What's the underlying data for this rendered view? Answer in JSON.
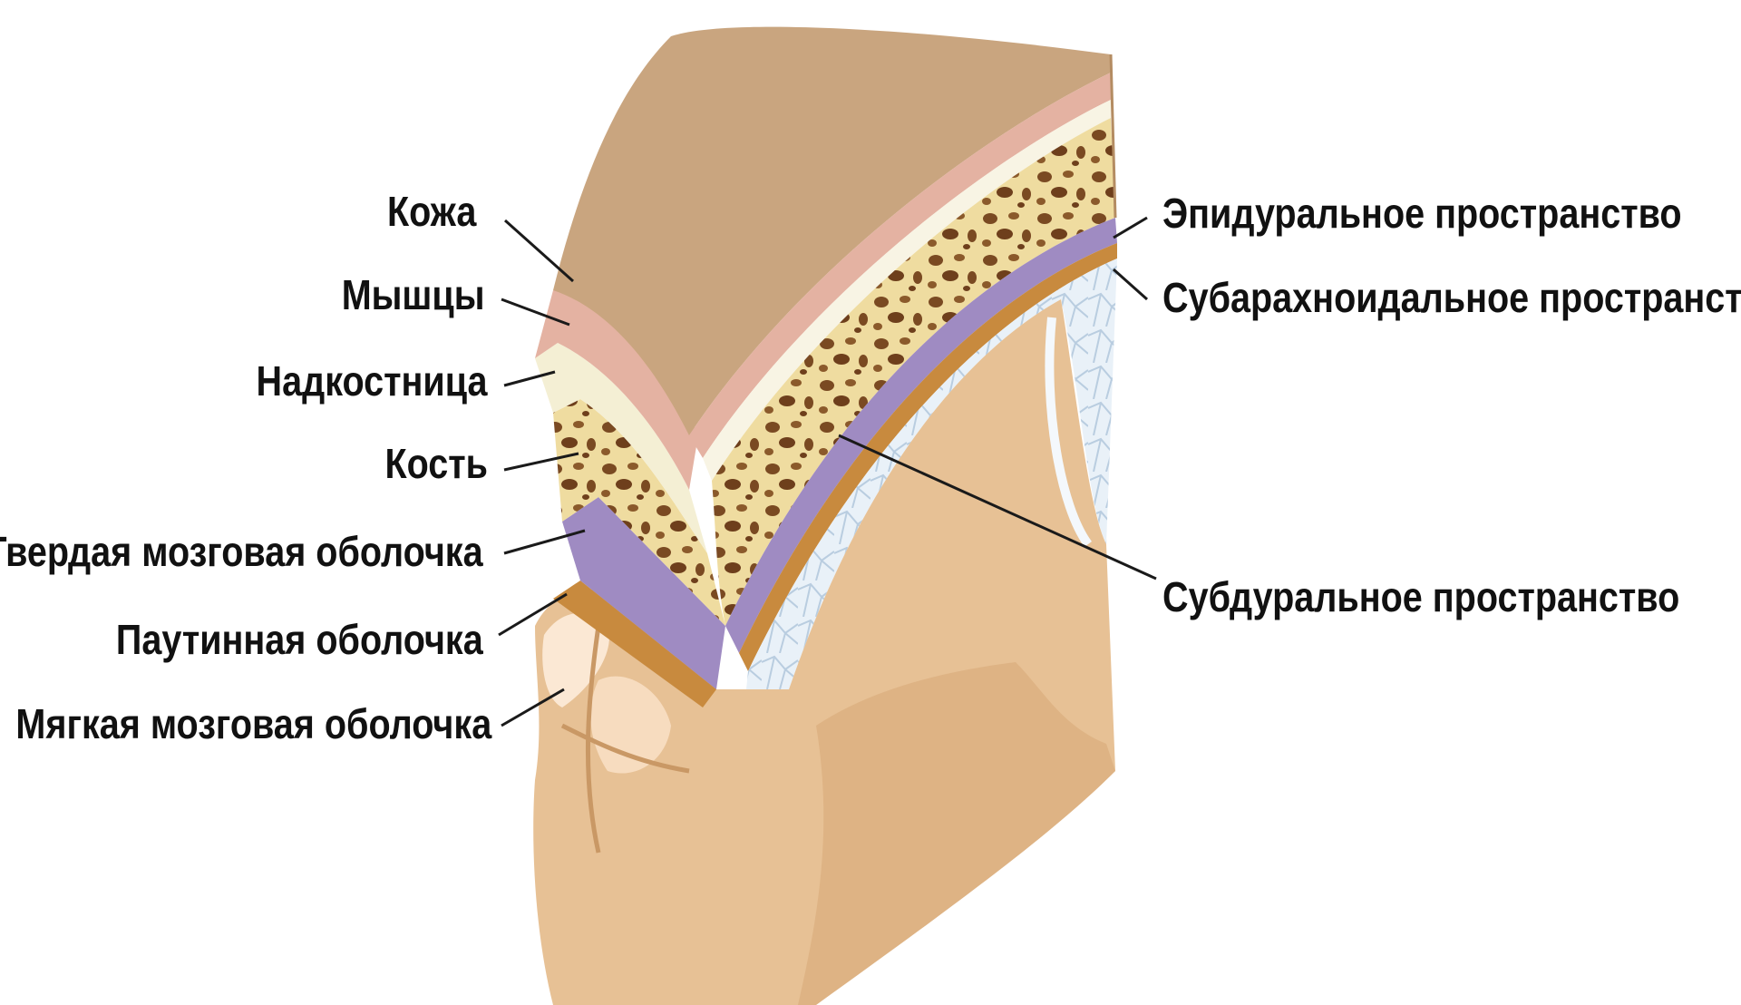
{
  "labels_left": [
    "Кожа",
    "Мышцы",
    "Надкостница",
    "Кость",
    "Твердая мозговая оболочка",
    "Паутинная  оболочка",
    "Мягкая мозговая оболочка"
  ],
  "labels_right": [
    "Эпидуральное пространство",
    "Субарахноидальное пространство",
    "Субдуральное пространство"
  ],
  "colors": {
    "skin": "#c9a57f",
    "muscle": "#e4b2a2",
    "periosteum": "#f4efd4",
    "bone": "#efdca0",
    "bone_pores": "#7a4a22",
    "dura": "#9f8bc2",
    "arachnoid": "#c88a3e",
    "subarachnoid": "#e8f0f8",
    "brain": "#e7c195",
    "brain_dark": "#d7a876",
    "leader_line": "#1a1a1a",
    "text": "#111111"
  }
}
